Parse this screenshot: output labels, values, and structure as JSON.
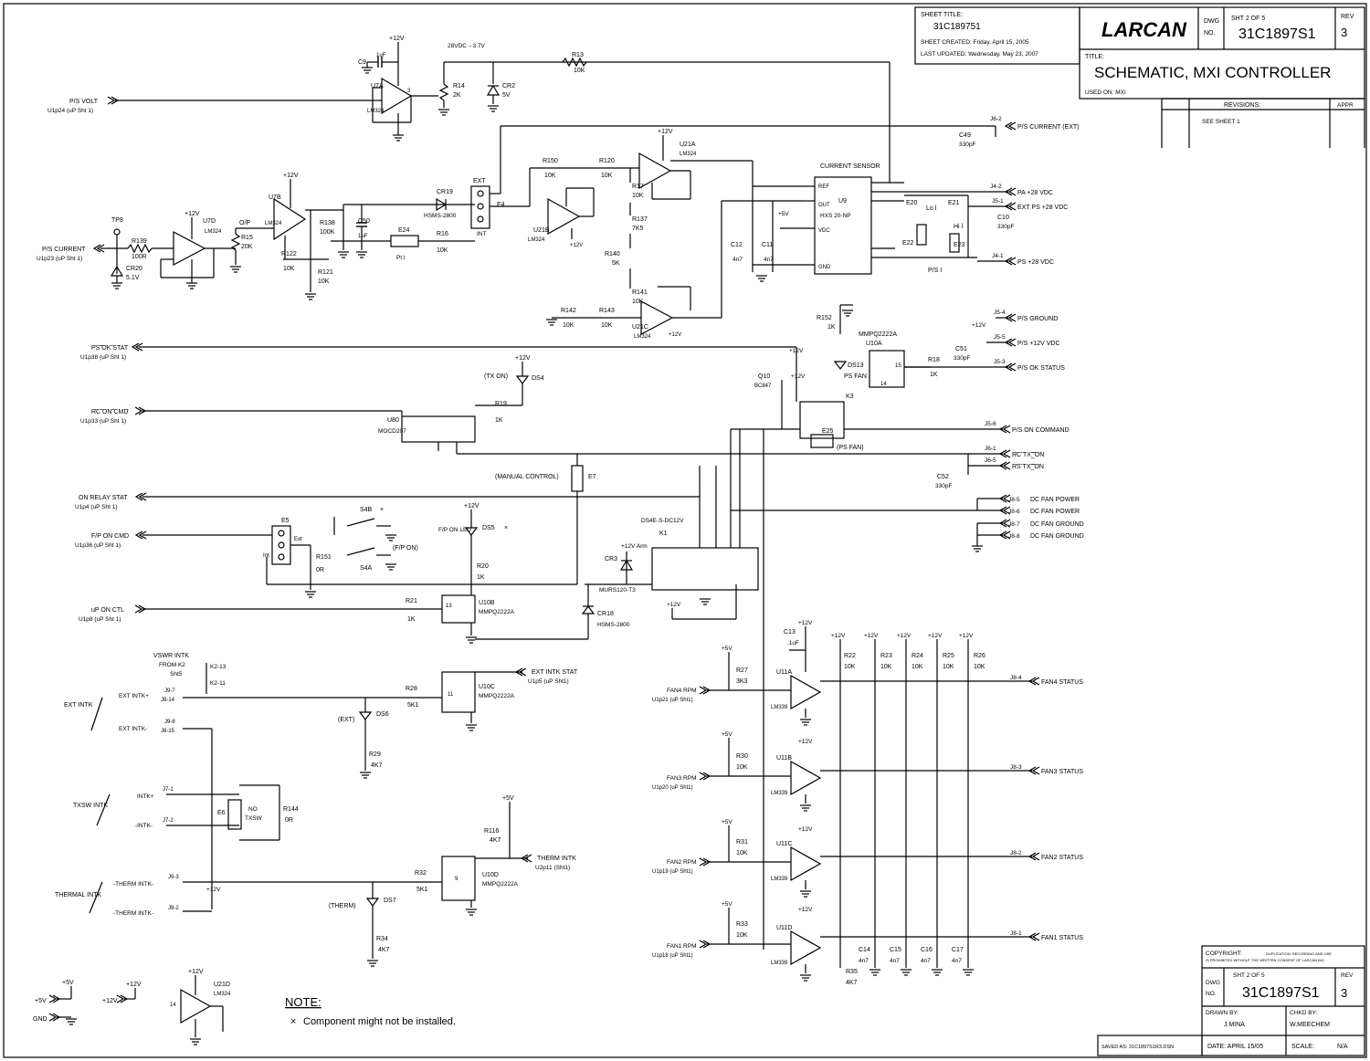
{
  "title_block": {
    "sheet_title_label": "SHEET TITLE:",
    "sheet_title": "31C189751",
    "sheet_created": "SHEET CREATED: Friday, April 15, 2005",
    "last_updated": "LAST UPDATED: Wednesday, May 23, 2007",
    "company": "LARCAN",
    "dwg_label_1": "DWG",
    "dwg_label_2": "NO.",
    "sht": "SHT 2 OF 5",
    "dwg_no": "31C1897S1",
    "rev_label": "REV",
    "rev": "3",
    "title_label": "TITLE:",
    "title": "SCHEMATIC, MXI CONTROLLER",
    "used_on": "USED ON: MXI",
    "revisions": "REVISIONS:",
    "appr": "APPR",
    "see_sheet": "SEE SHEET 1"
  },
  "bottom_block": {
    "copyright": "COPYRIGHT:",
    "copyright_text_1": "DUPLICATION, RECORDING AND USE",
    "copyright_text_2": "IS PROHIBITED WITHOUT THE WRITTEN CONSENT OF LARCAN INC.",
    "dwg_label_1": "DWG",
    "dwg_label_2": "NO.",
    "sht": "SHT 2 OF 5",
    "dwg_no": "31C1897S1",
    "rev_label": "REV",
    "rev": "3",
    "drawn_by_label": "DRAWN BY:",
    "drawn_by": "J.MINA",
    "chkd_by_label": "CHKD BY:",
    "chkd_by": "W.MEECHEM",
    "saved_as": "SAVED AS: 31C1897S1R3.DSN",
    "date": "DATE: APRIL 15/05",
    "scale": "SCALE:",
    "scale_val": "N/A"
  },
  "note": {
    "heading": "NOTE:",
    "text": "Component might not be installed."
  },
  "signals_left": [
    {
      "label": "P/S VOLT",
      "sub": "U1p24 (uP Sht 1)"
    },
    {
      "label": "P/S CURRENT",
      "sub": "U1p23 (uP Sht 1)"
    },
    {
      "label": "PS OK STAT",
      "sub": "U1p38 (uP Sht 1)"
    },
    {
      "label": "RC ON CMD",
      "sub": "U1p33 (uP Sht 1)"
    },
    {
      "label": "ON RELAY STAT",
      "sub": "U1p4 (uP Sht 1)"
    },
    {
      "label": "F/P ON CMD",
      "sub": "U1p36 (uP Sht 1)"
    },
    {
      "label": "uP ON CTL",
      "sub": "U1p8 (uP Sht 1)"
    }
  ],
  "connectors_right": [
    {
      "pin": "J6-2",
      "label": "P/S CURRENT (EXT)"
    },
    {
      "pin": "J4-2",
      "label": "PA +28 VDC"
    },
    {
      "pin": "J5-1",
      "label": "EXT PS +28 VDC"
    },
    {
      "pin": "J4-1",
      "label": "PS +28 VDC"
    },
    {
      "pin": "J5-4",
      "label": "P/S GROUND"
    },
    {
      "pin": "J5-5",
      "label": "P/S +12V VDC"
    },
    {
      "pin": "J5-3",
      "label": "P/S OK STATUS"
    },
    {
      "pin": "J5-6",
      "label": "P/S ON COMMAND"
    },
    {
      "pin": "J6-1",
      "label": "RC TX_ON"
    },
    {
      "pin": "J6-5",
      "label": "RS TX_ON"
    },
    {
      "pin": "J8-5",
      "label": "DC FAN POWER"
    },
    {
      "pin": "J8-6",
      "label": "DC FAN POWER"
    },
    {
      "pin": "J8-7",
      "label": "DC FAN GROUND"
    },
    {
      "pin": "J8-8",
      "label": "DC FAN GROUND"
    }
  ],
  "fan_status": [
    {
      "pin": "J8-4",
      "label": "FAN4 STATUS",
      "rpm": "FAN4 RPM",
      "sub": "U1p21 (uP Sht1)"
    },
    {
      "pin": "J8-3",
      "label": "FAN3 STATUS",
      "rpm": "FAN3 RPM",
      "sub": "U1p20 (uP Sht1)"
    },
    {
      "pin": "J8-2",
      "label": "FAN2 STATUS",
      "rpm": "FAN2 RPM",
      "sub": "U1p19 (uP Sht1)"
    },
    {
      "pin": "J8-1",
      "label": "FAN1 STATUS",
      "rpm": "FAN1 RPM",
      "sub": "U1p18 (uP Sht1)"
    }
  ],
  "interlocks": {
    "ext": "EXT INTK",
    "ext_plus": "EXT INTK+",
    "ext_minus": "EXT INTK-",
    "txsw": "TXSW INTK",
    "intk_plus": "INTK+",
    "intk_minus": "-INTK-",
    "thermal": "THERMAL INTK",
    "therm_minus": "-THERM INTK-",
    "therm_intk": "THERM INTK",
    "therm_sub": "U2p11 (Sht1)",
    "ext_intk_stat": "EXT INTK STAT",
    "ext_intk_stat_sub": "U1p5 (uP Sht1)",
    "vswr": "VSWR INTK",
    "vswr_from": "FROM K2",
    "vswr_sht": "Sht5"
  },
  "components": {
    "c9": "C9",
    "c9v": "1uF",
    "u7a": "U7A",
    "lm324": "LM324",
    "r14": "R14",
    "r14v": "2K",
    "cr2": "CR2",
    "cr2v": "5V",
    "rail28": "28VDC→3.7V",
    "r13": "R13",
    "r13v": "10K",
    "p12": "+12V",
    "p5": "+5V",
    "tp8": "TP8",
    "r139": "R139",
    "r139v": "100R",
    "cr20": "CR20",
    "cr20v": "5.1V",
    "u7d": "U7D",
    "op": "O/P",
    "r15": "R15",
    "r15v": "20K",
    "u7b": "U7B",
    "r122": "R122",
    "r122v": "10K",
    "r121": "R121",
    "r121v": "10K",
    "r138": "R138",
    "r138v": "100K",
    "c50": "C50",
    "c50v": "1uF",
    "e24": "E24",
    "ptl": "Pt l",
    "r16": "R16",
    "r16v": "10K",
    "cr19": "CR19",
    "hsms": "HSMS-2800",
    "ext": "EXT",
    "int": "INT",
    "e4": "E4",
    "r150": "R150",
    "r150v": "10K",
    "r120": "R120",
    "r120v": "10K",
    "u21a": "U21A",
    "u21b": "U21B",
    "r17": "R17",
    "r17v": "10K",
    "r137": "R137",
    "r137v": "7K5",
    "r140": "R140",
    "r140v": "5K",
    "r141": "R141",
    "r141v": "10K",
    "r142": "R142",
    "r142v": "10K",
    "r143": "R143",
    "r143v": "10K",
    "u21c": "U21C",
    "c12": "C12",
    "c12v": "4n7",
    "c11": "C11",
    "c11v": "4n7",
    "current_sensor": "CURRENT SENSOR",
    "u9": "U9",
    "hxs": "HXS 20-NP",
    "ref": "REF",
    "out": "OUT",
    "vdc": "VDC",
    "gnd": "GND",
    "e20": "E20",
    "e21": "E21",
    "e22": "E22",
    "e23": "E23",
    "lol": "Lo l",
    "hil": "Hi l",
    "psi": "P/S I",
    "c49": "C49",
    "c49v": "330pF",
    "c10": "C10",
    "c10v": "330pF",
    "r152": "R152",
    "r152v": "1K",
    "mmpq": "MMPQ2222A",
    "u10a": "U10A",
    "ds13": "DS13",
    "psfan": "PS FAN",
    "r18": "R18",
    "r18v": "1K",
    "c51": "C51",
    "c51v": "330pF",
    "q10": "Q10",
    "bc847": "BC847",
    "k3": "K3",
    "e25": "E25",
    "psfan2": "(PS FAN)",
    "txon": "(TX ON)",
    "ds4": "DS4",
    "r19": "R19",
    "r19v": "1K",
    "u80": "U80",
    "moc": "MOCD207",
    "manual": "(MANUAL CONTROL)",
    "e7": "E7",
    "c52": "C52",
    "c52v": "330pF",
    "s4b": "S4B",
    "s4a": "S4A",
    "fpon": "(F/P ON)",
    "e5": "E5",
    "extl": "Ext",
    "intl": "Int",
    "r151": "R151",
    "r151v": "0R",
    "fponled": "F/P ON LED",
    "ds5": "DS5",
    "r20": "R20",
    "r20v": "1K",
    "r21": "R21",
    "r21v": "1K",
    "u10b": "U10B",
    "ds4e": "DS4E-S-DC12V",
    "k1": "K1",
    "arm": "+12V Arm",
    "cr3": "CR3",
    "murs": "MURS120-T3",
    "cr18": "CR18",
    "r28": "R28",
    "r28v": "5K1",
    "u10c": "U10C",
    "ds6": "DS6",
    "extp": "(EXT)",
    "r29": "R29",
    "r29v": "4K7",
    "e6": "E6",
    "no": "NO",
    "txswl": "TXSW",
    "r144": "R144",
    "r144v": "0R",
    "r116": "R116",
    "r116v": "4K7",
    "u10d": "U10D",
    "r32": "R32",
    "r32v": "5K1",
    "ds7": "DS7",
    "therm": "(THERM)",
    "r34": "R34",
    "r34v": "4K7",
    "c13": "C13",
    "c13v": ".1uF",
    "u11a": "U11A",
    "u11b": "U11B",
    "u11c": "U11C",
    "u11d": "U11D",
    "lm339": "LM339",
    "r27": "R27",
    "r27v": "3K3",
    "r30": "R30",
    "r30v": "10K",
    "r31": "R31",
    "r31v": "10K",
    "r33": "R33",
    "r33v": "10K",
    "r22": "R22",
    "r23": "R23",
    "r24": "R24",
    "r25": "R25",
    "r26": "R26",
    "r10k": "10K",
    "c14": "C14",
    "c15": "C15",
    "c16": "C16",
    "c17": "C17",
    "c4n7": "4n7",
    "r35": "R35",
    "r35v": "4K7",
    "u21d": "U21D",
    "gndl": "GND",
    "p5in": "+5V",
    "p12in": "+12V"
  }
}
